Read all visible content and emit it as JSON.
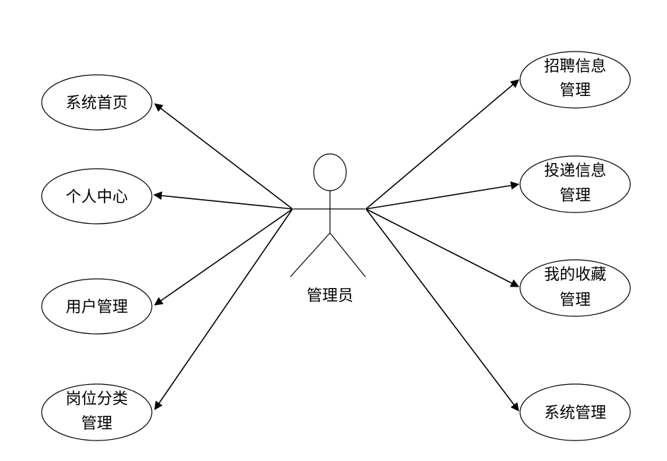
{
  "actor": {
    "label": "管理员"
  },
  "use_cases_left": [
    {
      "id": "home",
      "lines": [
        "系统首页"
      ]
    },
    {
      "id": "personal-center",
      "lines": [
        "个人中心"
      ]
    },
    {
      "id": "user-management",
      "lines": [
        "用户管理"
      ]
    },
    {
      "id": "job-category-management",
      "lines": [
        "岗位分类",
        "管理"
      ]
    }
  ],
  "use_cases_right": [
    {
      "id": "recruitment-info-management",
      "lines": [
        "招聘信息",
        "管理"
      ]
    },
    {
      "id": "delivery-info-management",
      "lines": [
        "投递信息",
        "管理"
      ]
    },
    {
      "id": "my-favorites-management",
      "lines": [
        "我的收藏",
        "管理"
      ]
    },
    {
      "id": "system-management",
      "lines": [
        "系统管理"
      ]
    }
  ],
  "colors": {
    "stroke": "#000000",
    "background": "#ffffff"
  }
}
